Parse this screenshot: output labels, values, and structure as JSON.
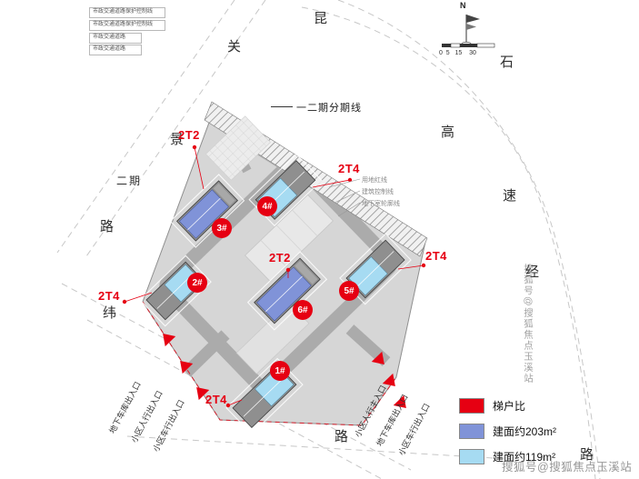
{
  "colors": {
    "red": "#e60012",
    "periwinkle": "#8093d8",
    "lightblue": "#a6dbf2",
    "roadgray": "#ababab",
    "sitegray": "#d6d6d6"
  },
  "compass": {
    "north_label": "N",
    "scale_labels": "0  5   15    30"
  },
  "notes_topleft": [
    "市政交通道路保护控制线",
    "市政交通道路保护控制线",
    "市政交通道路",
    "市政交通道路"
  ],
  "phase": {
    "divider_label": "一二期分期线",
    "phase2_label": "二期"
  },
  "roads": {
    "guan": "关",
    "kun": "昆",
    "shi": "石",
    "gao": "高",
    "su": "速",
    "jing_scenic": "景",
    "lu_west": "路",
    "wei": "纬",
    "lu_south": "路",
    "jing_east": "经",
    "lu_southeast": "路"
  },
  "buildings": [
    {
      "no": "1#",
      "type": "2T4"
    },
    {
      "no": "2#",
      "type": "2T4"
    },
    {
      "no": "3#",
      "type": "2T2"
    },
    {
      "no": "4#",
      "type": "2T4"
    },
    {
      "no": "5#",
      "type": "2T4"
    },
    {
      "no": "6#",
      "type": "2T2"
    }
  ],
  "callouts": [
    "用地红线",
    "建筑控制线",
    "地下室轮廓线"
  ],
  "entrances": {
    "left": [
      "地下车库出入口",
      "小区人行出入口",
      "小区车行出入口"
    ],
    "right": [
      "小区人行主入口",
      "地下车库出入口",
      "小区车行出入口"
    ]
  },
  "legend": {
    "items": [
      {
        "label": "梯户比",
        "color": "#e60012"
      },
      {
        "label": "建面约203m²",
        "color": "#8093d8"
      },
      {
        "label": "建面约119m²",
        "color": "#a6dbf2"
      }
    ]
  },
  "watermark": {
    "text": "搜狐号@搜狐焦点玉溪站"
  }
}
